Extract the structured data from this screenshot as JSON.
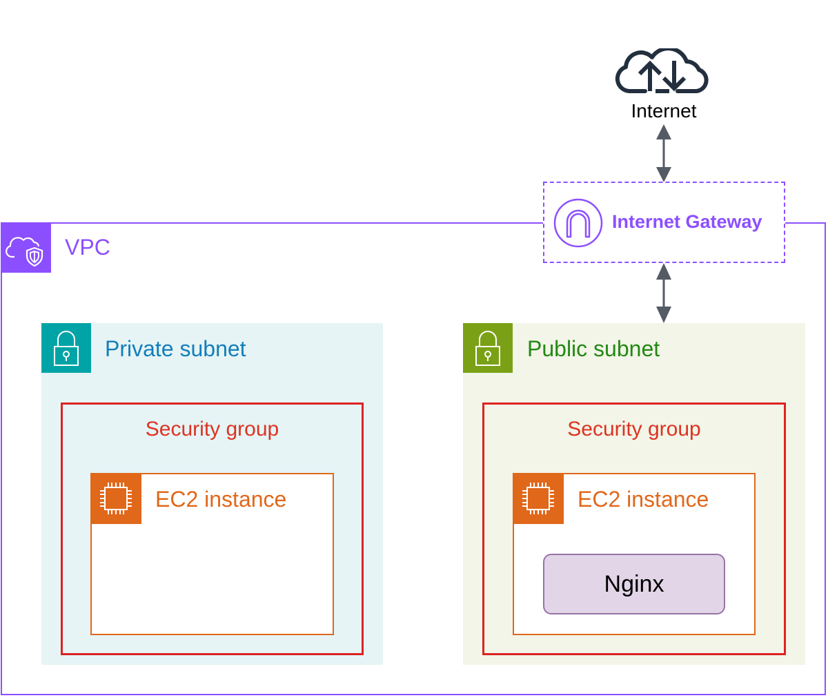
{
  "internet": {
    "label": "Internet",
    "icon": "cloud-upload-download-icon"
  },
  "internet_gateway": {
    "label": "Internet Gateway",
    "icon": "internet-gateway-icon"
  },
  "vpc": {
    "label": "VPC",
    "icon": "vpc-cloud-shield-icon"
  },
  "subnets": [
    {
      "label": "Private subnet",
      "icon": "lock-icon",
      "security_group": {
        "label": "Security group"
      },
      "ec2": {
        "label": "EC2 instance",
        "icon": "chip-icon"
      }
    },
    {
      "label": "Public subnet",
      "icon": "lock-icon",
      "security_group": {
        "label": "Security group"
      },
      "ec2": {
        "label": "EC2 instance",
        "icon": "chip-icon",
        "service": "Nginx"
      }
    }
  ],
  "connections": [
    {
      "from": "Internet",
      "to": "Internet Gateway",
      "direction": "bidirectional"
    },
    {
      "from": "Internet Gateway",
      "to": "Public subnet",
      "direction": "bidirectional"
    }
  ],
  "colors": {
    "vpc": "#8c4fff",
    "private_subnet": "#00a4a6",
    "public_subnet": "#7aa116",
    "security_group": "#dd2222",
    "ec2": "#e0681a",
    "arrow": "#545b64",
    "nginx_fill": "#e1d5e7",
    "nginx_border": "#9673a6"
  }
}
